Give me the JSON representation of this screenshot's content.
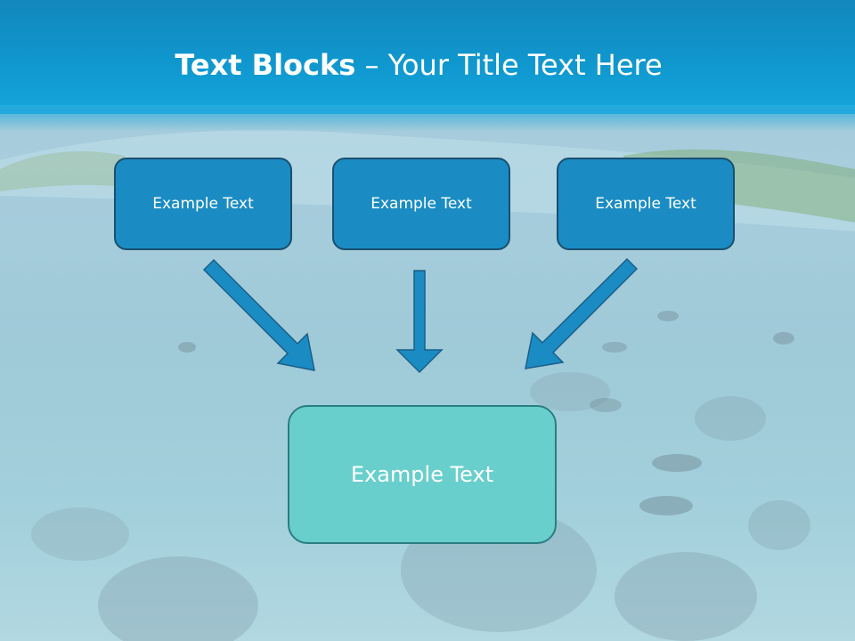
{
  "title": {
    "bold": "Text Blocks",
    "separator": " – ",
    "rest": "Your Title Text Here"
  },
  "boxes": {
    "top": [
      "Example Text",
      "Example Text",
      "Example Text"
    ],
    "bottom": "Example Text"
  },
  "colors": {
    "header": "#0f97ce",
    "top_box": "#1a8cc3",
    "bottom_box": "#68cfcc",
    "arrow": "#1a8cc3"
  }
}
